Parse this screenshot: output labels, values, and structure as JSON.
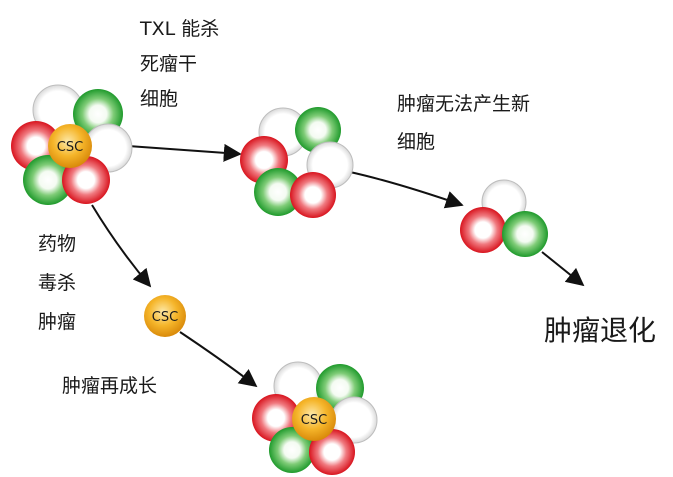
{
  "labels": {
    "txl_line1": "TXL 能杀",
    "txl_line2": "死瘤干",
    "txl_line3": "细胞",
    "cannot_line1": "肿瘤无法产生新",
    "cannot_line2": "细胞",
    "drug_line1": "药物",
    "drug_line2": "毒杀",
    "drug_line3": "肿瘤",
    "regrow": "肿瘤再成长",
    "regress": "肿瘤退化"
  },
  "stem_cell_label": "CSC",
  "colors": {
    "red_cell": "#e8202a",
    "green_cell": "#35a83a",
    "white_cell": "#ffffff",
    "csc_cell": "#f2a81d",
    "arrow": "#111111"
  }
}
